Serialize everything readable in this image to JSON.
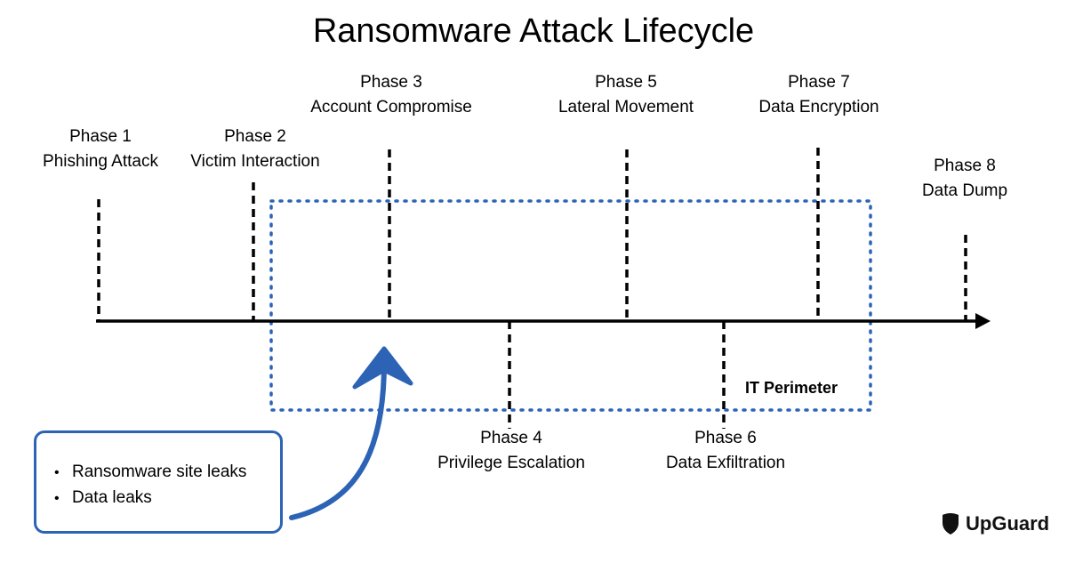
{
  "title": "Ransomware Attack Lifecycle",
  "phases": [
    {
      "number": "Phase 1",
      "name": "Phishing Attack"
    },
    {
      "number": "Phase 2",
      "name": "Victim Interaction"
    },
    {
      "number": "Phase 3",
      "name": "Account Compromise"
    },
    {
      "number": "Phase 4",
      "name": "Privilege Escalation"
    },
    {
      "number": "Phase 5",
      "name": "Lateral Movement"
    },
    {
      "number": "Phase 6",
      "name": "Data Exfiltration"
    },
    {
      "number": "Phase 7",
      "name": "Data Encryption"
    },
    {
      "number": "Phase 8",
      "name": "Data Dump"
    }
  ],
  "perimeter": {
    "label": "IT Perimeter",
    "color": "#2c63b5"
  },
  "sources": {
    "items": [
      "Ransomware site leaks",
      "Data leaks"
    ],
    "bullet": "•",
    "color": "#2c63b5"
  },
  "logo": {
    "text": "UpGuard",
    "icon": "shield-icon"
  },
  "colors": {
    "timeline": "#000000",
    "accent": "#2c63b5",
    "background": "#ffffff"
  }
}
